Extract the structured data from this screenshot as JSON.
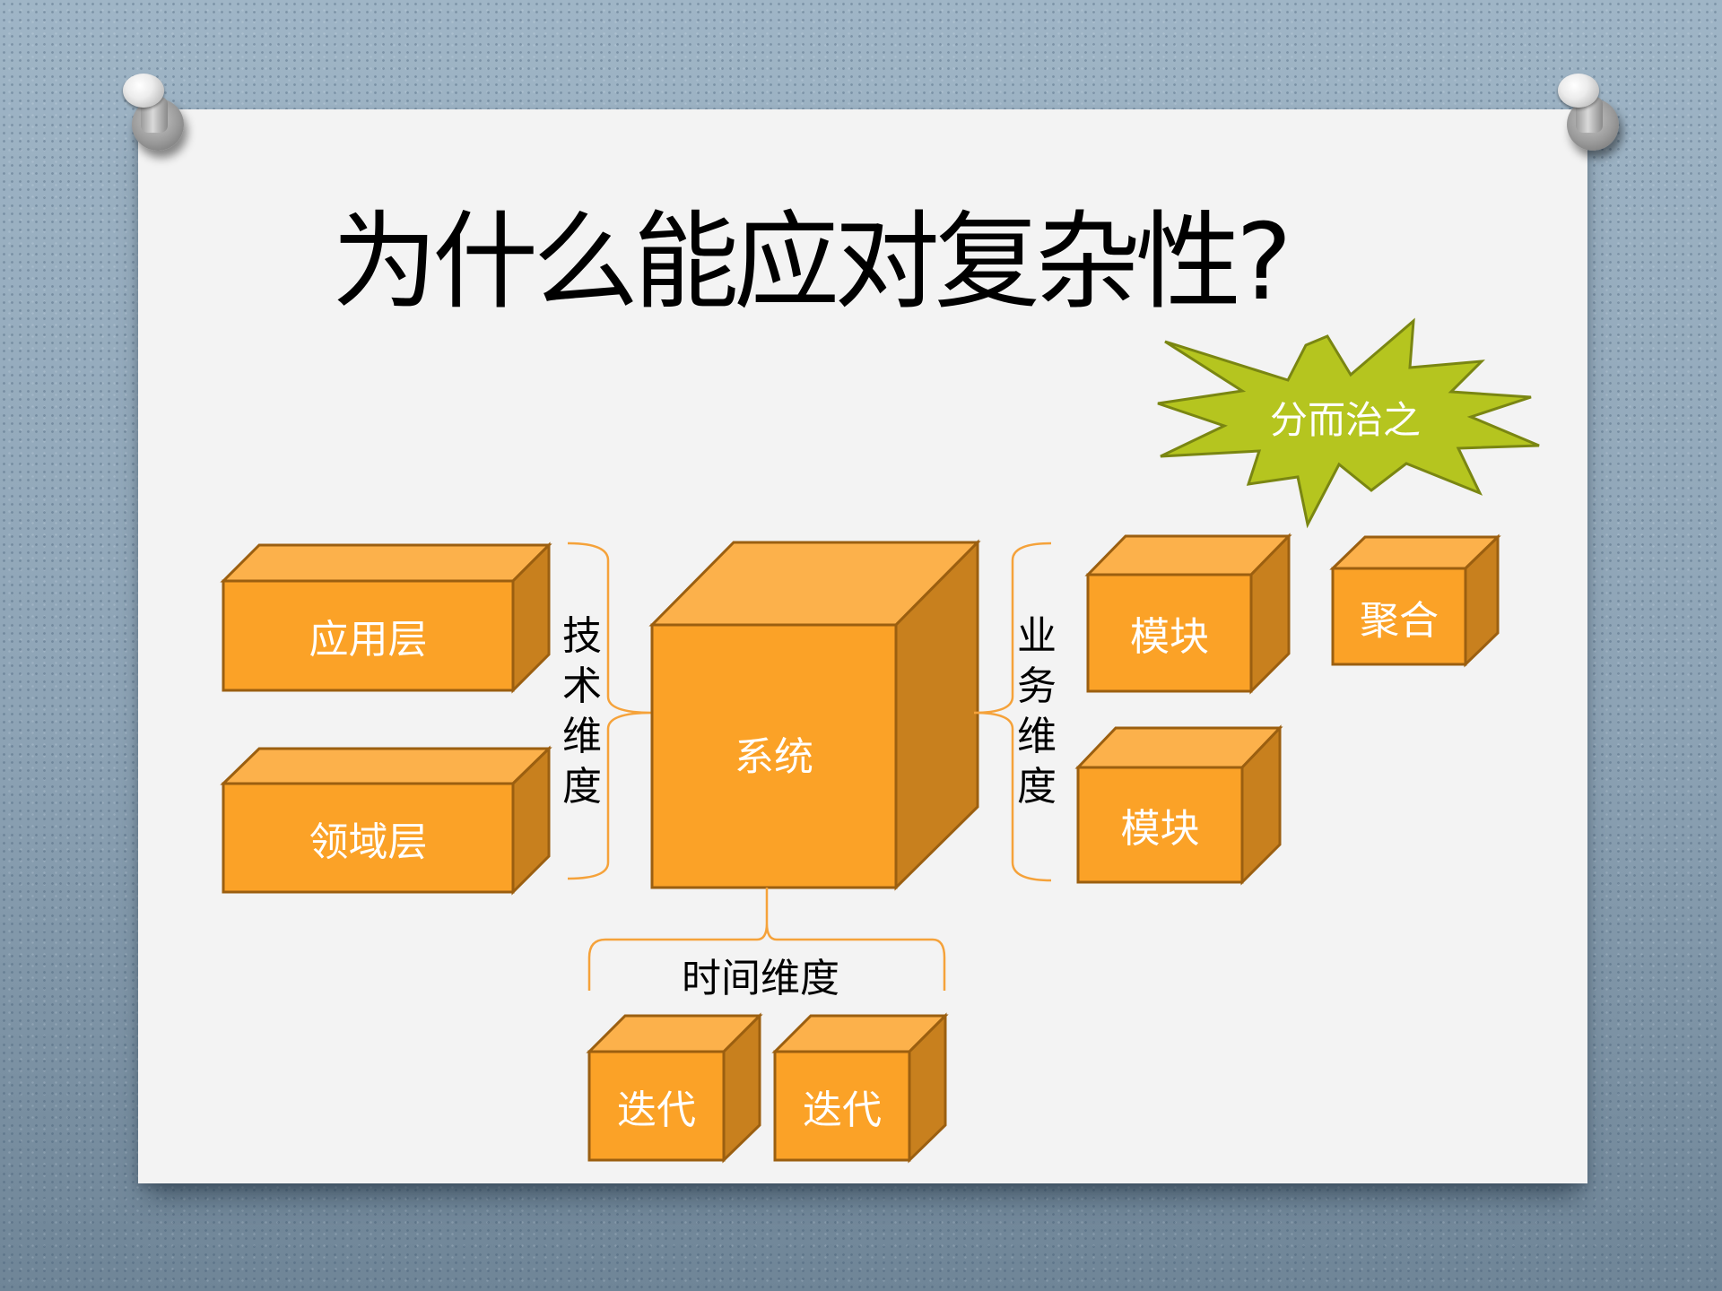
{
  "slide": {
    "title": "为什么能应对复杂性?",
    "callout": {
      "label": "分而治之",
      "shape": "starburst",
      "fill": "#b5c51f",
      "stroke": "#7a8612"
    },
    "colors": {
      "box_front": "#fba227",
      "box_top": "#fcb14b",
      "box_side": "#c8801e",
      "box_stroke": "#9b5f10",
      "bracket": "#f5a23a",
      "background": "#8da3b5",
      "slide": "#f3f3f3"
    },
    "center_box": {
      "label": "系统"
    },
    "technical_dimension": {
      "label_chars": [
        "技",
        "术",
        "维",
        "度"
      ],
      "boxes": [
        {
          "label": "应用层"
        },
        {
          "label": "领域层"
        }
      ]
    },
    "business_dimension": {
      "label_chars": [
        "业",
        "务",
        "维",
        "度"
      ],
      "boxes": [
        {
          "label": "模块"
        },
        {
          "label": "模块"
        }
      ],
      "extra_box": {
        "label": "聚合"
      }
    },
    "time_dimension": {
      "label": "时间维度",
      "boxes": [
        {
          "label": "迭代"
        },
        {
          "label": "迭代"
        }
      ]
    }
  }
}
